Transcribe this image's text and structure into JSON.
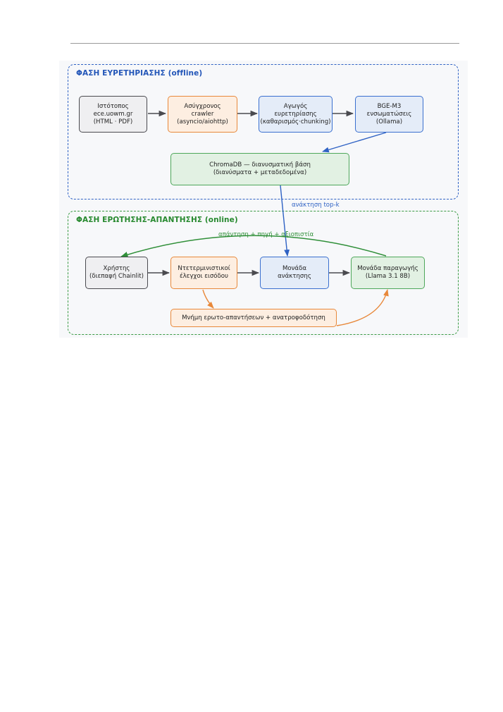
{
  "phases": {
    "offline_title": "ΦΑΣΗ ΕΥΡΕΤΗΡΙΑΣΗΣ (offline)",
    "online_title": "ΦΑΣΗ ΕΡΩΤΗΣΗΣ-ΑΠΑΝΤΗΣΗΣ (online)"
  },
  "nodes": {
    "website": "Ιστότοπος\nece.uowm.gr\n(HTML · PDF)",
    "crawler": "Ασύγχρονος\ncrawler\n(asyncio/aiohttp)",
    "indexing_pipeline": "Αγωγός\nευρετηρίασης\n(καθαρισμός·chunking)",
    "embeddings": "BGE-M3\nενσωματώσεις\n(Ollama)",
    "chromadb": "ChromaDB — διανυσματική βάση\n(διανύσματα + μεταδεδομένα)",
    "user": "Χρήστης\n(διεπαφή Chainlit)",
    "input_checks": "Ντετερμινιστικοί\nέλεγχοι εισόδου",
    "retrieval": "Μονάδα\nανάκτησης",
    "generation": "Μονάδα παραγωγής\n(Llama 3.1 8B)",
    "memory": "Μνήμη ερωτο-απαντήσεων + ανατροφοδότηση"
  },
  "edge_labels": {
    "topk": "ανάκτηση top-k",
    "answer": "απάντηση + πηγή + αξιοπιστία"
  },
  "colors": {
    "offline": "#2f62c4",
    "online": "#3a9a44",
    "dark_arrow": "#4a4a4f",
    "orange_arrow": "#e8883a"
  }
}
